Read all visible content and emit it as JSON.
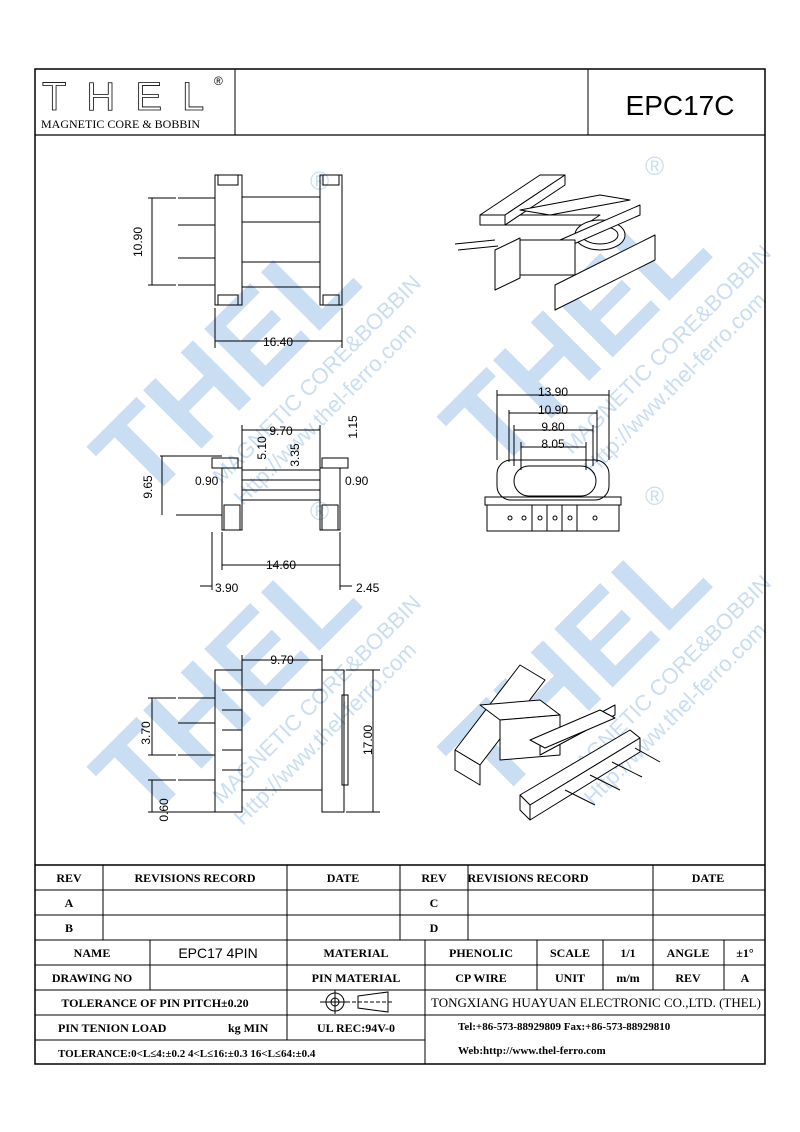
{
  "logo": {
    "text": "THEL",
    "reg": "®",
    "subtitle": "MAGNETIC CORE & BOBBIN"
  },
  "part_number": "EPC17C",
  "watermark": {
    "brand": "THEL",
    "line1": "MAGNETIC CORE&BOBBIN",
    "line2": "Http://www.thel-ferro.com",
    "reg": "®"
  },
  "dims": {
    "top_height": "10.90",
    "top_width": "16.40",
    "mid_flange": "9.70",
    "mid_51": "5.10",
    "mid_335": "3.35",
    "mid_115": "1.15",
    "mid_090_left": "0.90",
    "mid_090_right": "0.90",
    "mid_965": "9.65",
    "mid_1460": "14.60",
    "mid_390": "3.90",
    "mid_245": "2.45",
    "end_1390": "13.90",
    "end_1090": "10.90",
    "end_980": "9.80",
    "end_805": "8.05",
    "bot_970": "9.70",
    "bot_370": "3.70",
    "bot_060": "0.60",
    "bot_1700": "17.00"
  },
  "title_block": {
    "rev_header": "REV",
    "revisions_header": "REVISIONS RECORD",
    "date_header": "DATE",
    "rev_a": "A",
    "rev_b": "B",
    "rev_c": "C",
    "rev_d": "D",
    "name_label": "NAME",
    "name_value": "EPC17 4PIN",
    "material_label": "MATERIAL",
    "material_value": "PHENOLIC",
    "scale_label": "SCALE",
    "scale_value": "1/1",
    "angle_label": "ANGLE",
    "angle_value": "±1°",
    "drawing_no_label": "DRAWING NO",
    "pin_material_label": "PIN MATERIAL",
    "pin_material_value": "CP WIRE",
    "unit_label": "UNIT",
    "unit_value": "m/m",
    "rev_label": "REV",
    "rev_value": "A",
    "pitch_tol": "TOLERANCE OF PIN PITCH±0.20",
    "company": "TONGXIANG HUAYUAN ELECTRONIC CO.,LTD. (THEL)",
    "pin_tension_label": "PIN TENION LOAD",
    "pin_tension_unit": "kg MIN",
    "ul_rec": "UL REC:94V-0",
    "tel": "Tel:+86-573-88929809 Fax:+86-573-88929810",
    "tolerance": "TOLERANCE:0<L≤4:±0.2  4<L≤16:±0.3  16<L≤64:±0.4",
    "web": "Web:http://www.thel-ferro.com"
  }
}
